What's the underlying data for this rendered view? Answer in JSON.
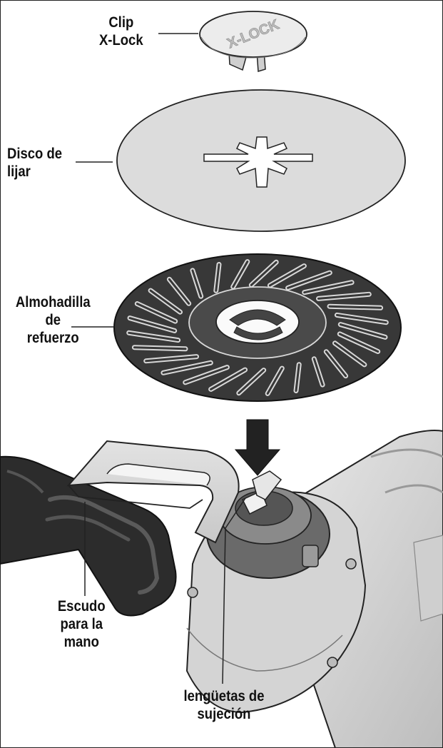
{
  "labels": {
    "clip": [
      "Clip",
      "X-Lock"
    ],
    "disc": [
      "Disco de",
      "lijar"
    ],
    "pad": [
      "Almohadilla",
      "de",
      "refuerzo"
    ],
    "guard": [
      "Escudo",
      "para la",
      "mano"
    ],
    "tabs": [
      "lengüetas de",
      "sujeción"
    ]
  },
  "clip_logo_text": "X-LOCK",
  "colors": {
    "outline": "#222222",
    "disc_fill": "#dcdcdc",
    "pad_fill": "#3a3a3a",
    "tool_body": "#d6d6d6",
    "handle": "#2b2b2b",
    "arrow": "#1a1a1a"
  }
}
